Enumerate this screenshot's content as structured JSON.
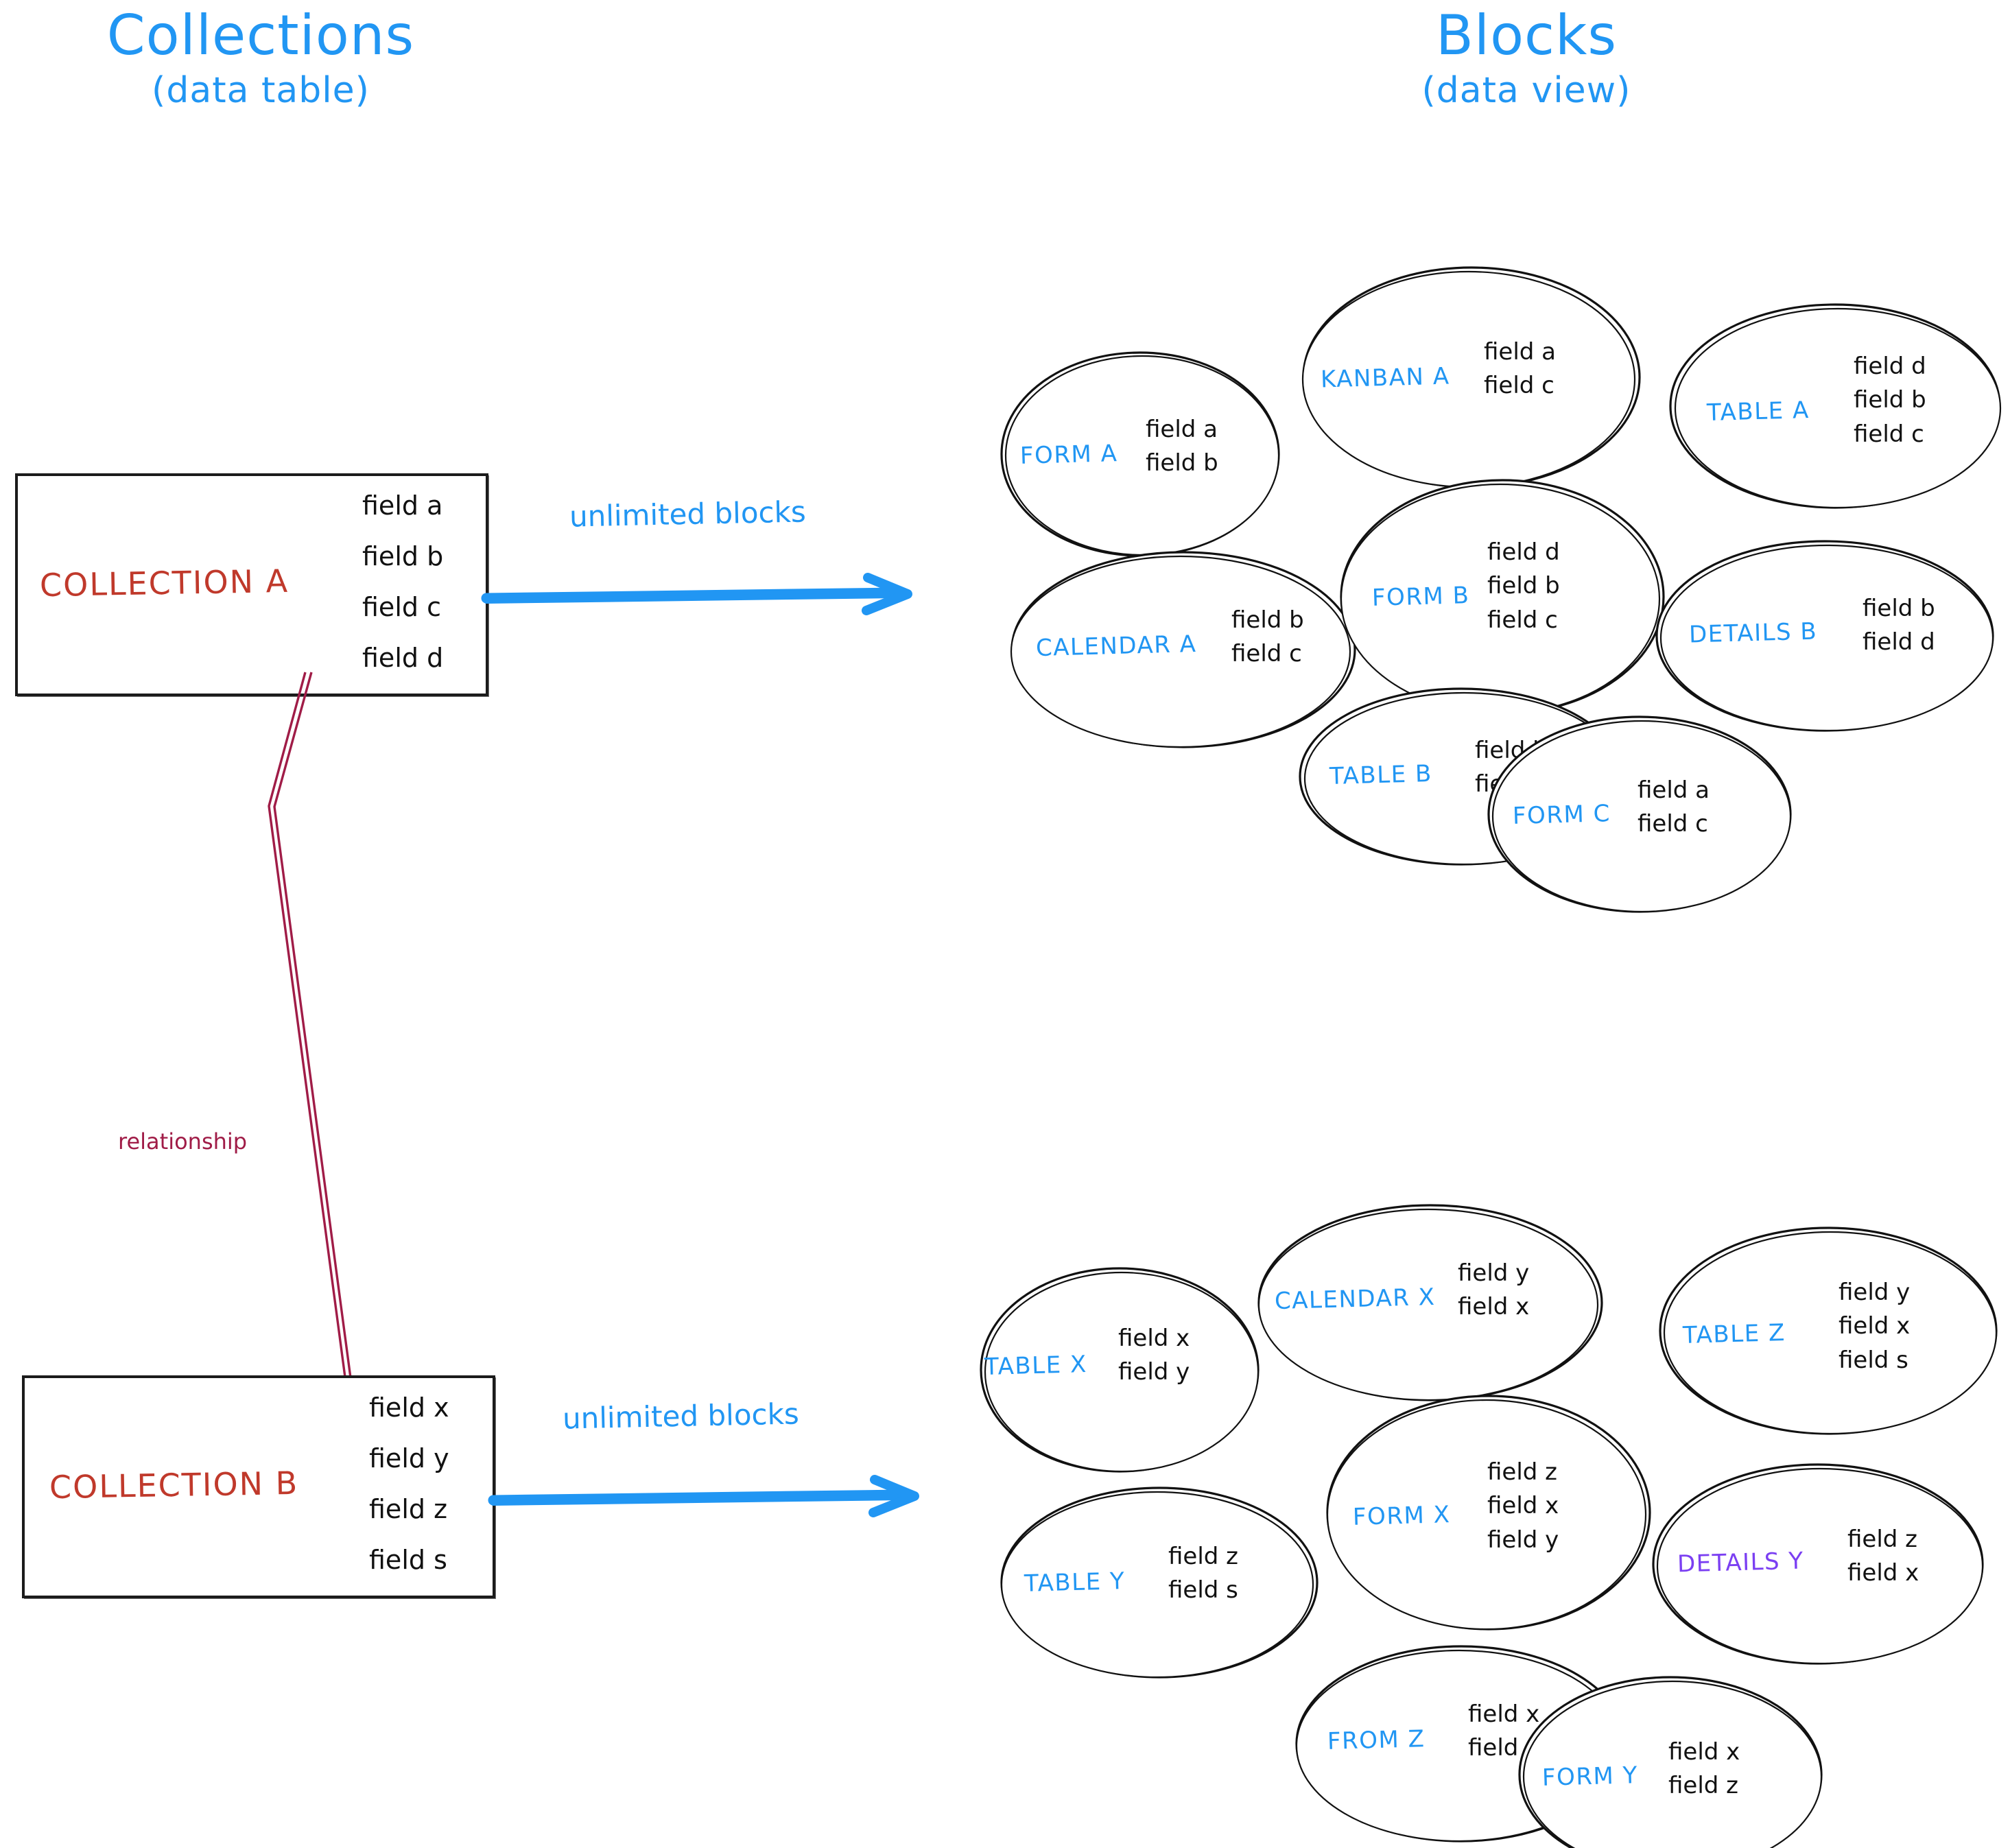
{
  "headings": {
    "left": {
      "title": "Collections",
      "subtitle": "(data table)"
    },
    "right": {
      "title": "Blocks",
      "subtitle": "(data view)"
    }
  },
  "colors": {
    "accent_blue": "#2196f3",
    "collection_red": "#c0392b",
    "relationship_crimson": "#a01c47",
    "details_violet": "#7b3ff2",
    "ink_black": "#111111"
  },
  "collections": [
    {
      "name": "COLLECTION A",
      "fields": [
        "field a",
        "field b",
        "field c",
        "field d"
      ],
      "arrow_label": "unlimited blocks"
    },
    {
      "name": "COLLECTION B",
      "fields": [
        "field x",
        "field y",
        "field z",
        "field s"
      ],
      "arrow_label": "unlimited blocks"
    }
  ],
  "relationship": {
    "label": "relationship"
  },
  "blocks_top": [
    {
      "label": "FORM A",
      "color": "blue",
      "fields": [
        "field a",
        "field b"
      ]
    },
    {
      "label": "KANBAN A",
      "color": "blue",
      "fields": [
        "field a",
        "field c"
      ]
    },
    {
      "label": "TABLE A",
      "color": "blue",
      "fields": [
        "field d",
        "field b",
        "field c"
      ]
    },
    {
      "label": "CALENDAR A",
      "color": "blue",
      "fields": [
        "field b",
        "field c"
      ]
    },
    {
      "label": "FORM B",
      "color": "blue",
      "fields": [
        "field d",
        "field b",
        "field c"
      ]
    },
    {
      "label": "DETAILS B",
      "color": "blue",
      "fields": [
        "field b",
        "field d"
      ]
    },
    {
      "label": "TABLE B",
      "color": "blue",
      "fields": [
        "field b",
        "field c"
      ]
    },
    {
      "label": "FORM C",
      "color": "blue",
      "fields": [
        "field a",
        "field c"
      ]
    }
  ],
  "blocks_bottom": [
    {
      "label": "TABLE X",
      "color": "blue",
      "fields": [
        "field x",
        "field y"
      ]
    },
    {
      "label": "CALENDAR X",
      "color": "blue",
      "fields": [
        "field y",
        "field x"
      ]
    },
    {
      "label": "TABLE Z",
      "color": "blue",
      "fields": [
        "field y",
        "field x",
        "field s"
      ]
    },
    {
      "label": "TABLE Y",
      "color": "blue",
      "fields": [
        "field z",
        "field s"
      ]
    },
    {
      "label": "FORM X",
      "color": "blue",
      "fields": [
        "field z",
        "field x",
        "field y"
      ]
    },
    {
      "label": "DETAILS Y",
      "color": "violet",
      "fields": [
        "field z",
        "field x"
      ]
    },
    {
      "label": "FROM Z",
      "color": "blue",
      "fields": [
        "field x",
        "field z"
      ]
    },
    {
      "label": "FORM Y",
      "color": "blue",
      "fields": [
        "field x",
        "field z"
      ]
    }
  ]
}
